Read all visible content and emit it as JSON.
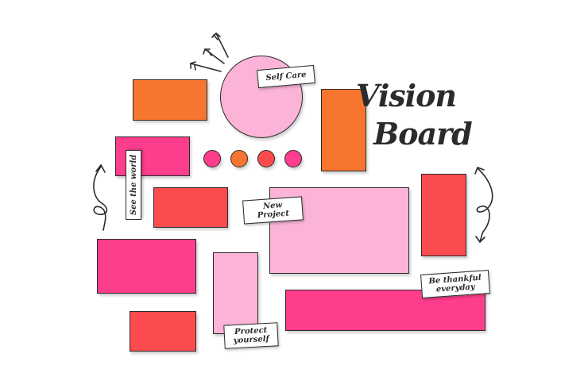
{
  "title": {
    "line1": "Vision",
    "line2": "Board"
  },
  "labels": {
    "self_care": "Self Care",
    "see_the_world": "See the world",
    "new_project": "New\nProject",
    "be_thankful": "Be thankful\neveryday",
    "protect_yourself": "Protect\nyourself"
  },
  "colors": {
    "orange": "#f7762f",
    "hot_pink": "#ff3d8d",
    "light_pink": "#fbb4d7",
    "coral": "#fc4b4e",
    "outline": "#2b2b2b"
  },
  "icons": [
    "arrow-cluster-icon",
    "curly-arrow-left-icon",
    "curly-arrow-right-icon"
  ]
}
